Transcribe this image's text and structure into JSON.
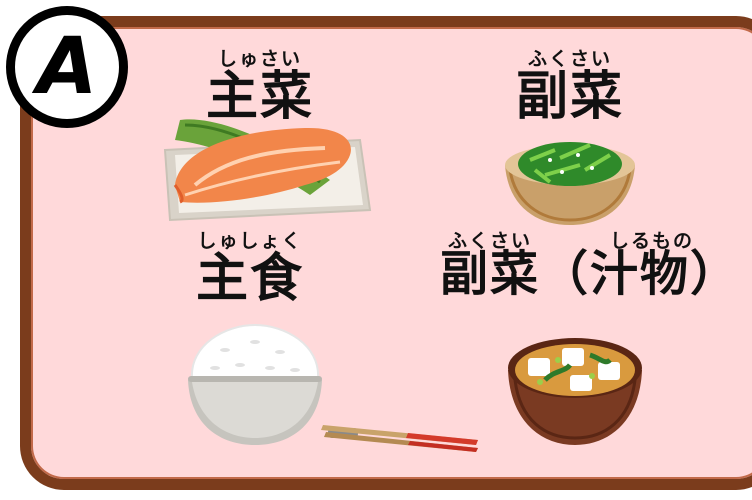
{
  "badge": {
    "letter": "A"
  },
  "items": {
    "main_dish": {
      "ruby": "しゅさい",
      "kanji": "主菜"
    },
    "side_dish": {
      "ruby": "ふくさい",
      "kanji": "副菜"
    },
    "staple": {
      "ruby": "しゅしょく",
      "kanji": "主食"
    },
    "soup": {
      "ruby_left": "ふくさい",
      "ruby_right": "しるもの",
      "kanji": "副菜（汁物）"
    }
  },
  "colors": {
    "board_bg": "#ffd9da",
    "board_border": "#7b3c1c",
    "salmon": "#f2864a",
    "bowl_brown": "#b07a3a",
    "soup_bowl": "#7a3a22"
  },
  "icons": [
    "salmon-plate-icon",
    "spinach-bowl-icon",
    "rice-bowl-icon",
    "miso-soup-icon",
    "chopsticks-icon"
  ]
}
